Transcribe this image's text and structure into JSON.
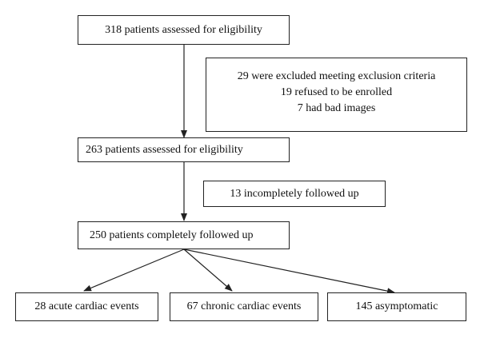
{
  "flow": {
    "step1": "318 patients assessed for eligibility",
    "exclusions": [
      "29 were excluded meeting exclusion criteria",
      "19 refused to be enrolled",
      "7 had bad images"
    ],
    "step2": "263 patients assessed for eligibility",
    "lost_followup": "13 incompletely followed up",
    "step3": "250 patients completely followed up",
    "outcomes": [
      "28 acute cardiac events",
      "67 chronic cardiac events",
      "145 asymptomatic"
    ]
  },
  "colors": {
    "stroke": "#222222",
    "background": "#ffffff"
  }
}
